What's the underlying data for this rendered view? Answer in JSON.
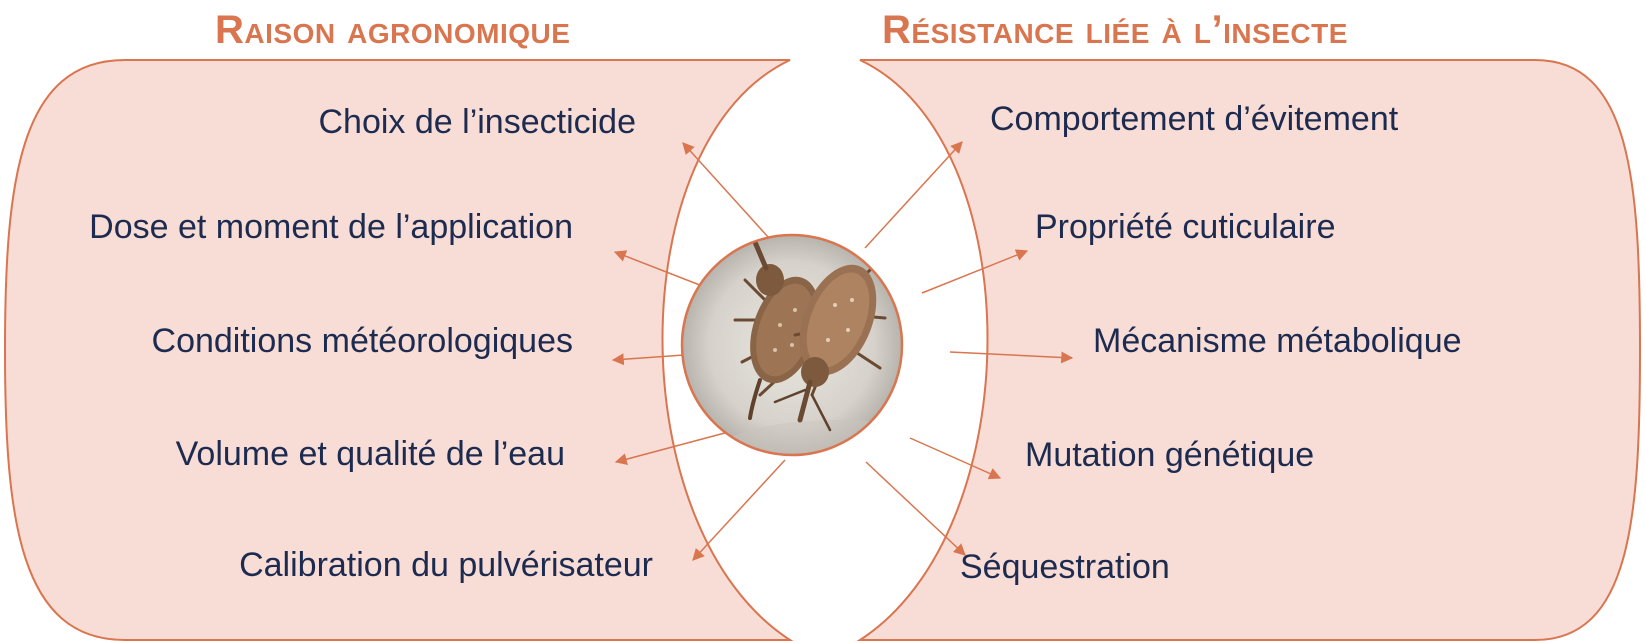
{
  "colors": {
    "panel_fill": "#f8dcd6",
    "outline": "#d9754f",
    "arrow": "#d9754f",
    "text": "#1c2b4f",
    "heading": "#d9754f"
  },
  "left_panel": {
    "heading": "Raison agronomique",
    "items": [
      "Choix de l’insecticide",
      "Dose et moment de l’application",
      "Conditions météorologiques",
      "Volume et qualité de l’eau",
      "Calibration du pulvérisateur"
    ]
  },
  "right_panel": {
    "heading": "Résistance liée à l’insecte",
    "items": [
      "Comportement d’évitement",
      "Propriété cuticulaire",
      "Mécanisme métabolique",
      "Mutation génétique",
      "Séquestration"
    ]
  },
  "center_image": {
    "icon": "weevil-photo-icon"
  }
}
